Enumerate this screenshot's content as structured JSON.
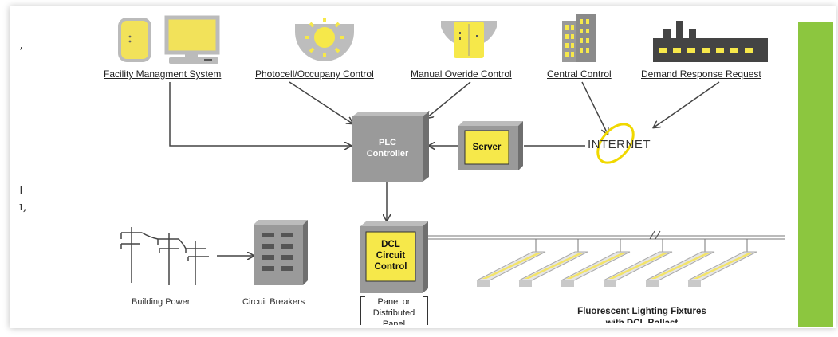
{
  "sources": {
    "facility": "Facility Managment System",
    "photocell": "Photocell/Occupany Control",
    "manual": "Manual Overide Control",
    "central": "Central Control",
    "demand": "Demand Response Request"
  },
  "plc": {
    "line1": "PLC",
    "line2": "Controller"
  },
  "server": "Server",
  "internet": "INTERNET",
  "dcl": {
    "line1": "DCL",
    "line2": "Circuit",
    "line3": "Control"
  },
  "panel_note": {
    "line1": "Panel or",
    "line2": "Distributed",
    "line3": "Panel"
  },
  "building_power": "Building Power",
  "circuit_breakers": "Circuit Breakers",
  "fixtures": {
    "line1": "Fluorescent Lighting Fixtures",
    "line2": "with DCL Ballast"
  },
  "left_marks": {
    "m1": "’",
    "m2": "l",
    "m3": "ı,"
  },
  "colors": {
    "accent_yellow": "#f6e84a",
    "box_gray": "#9a9a9a",
    "green_bar": "#8cc63f"
  }
}
